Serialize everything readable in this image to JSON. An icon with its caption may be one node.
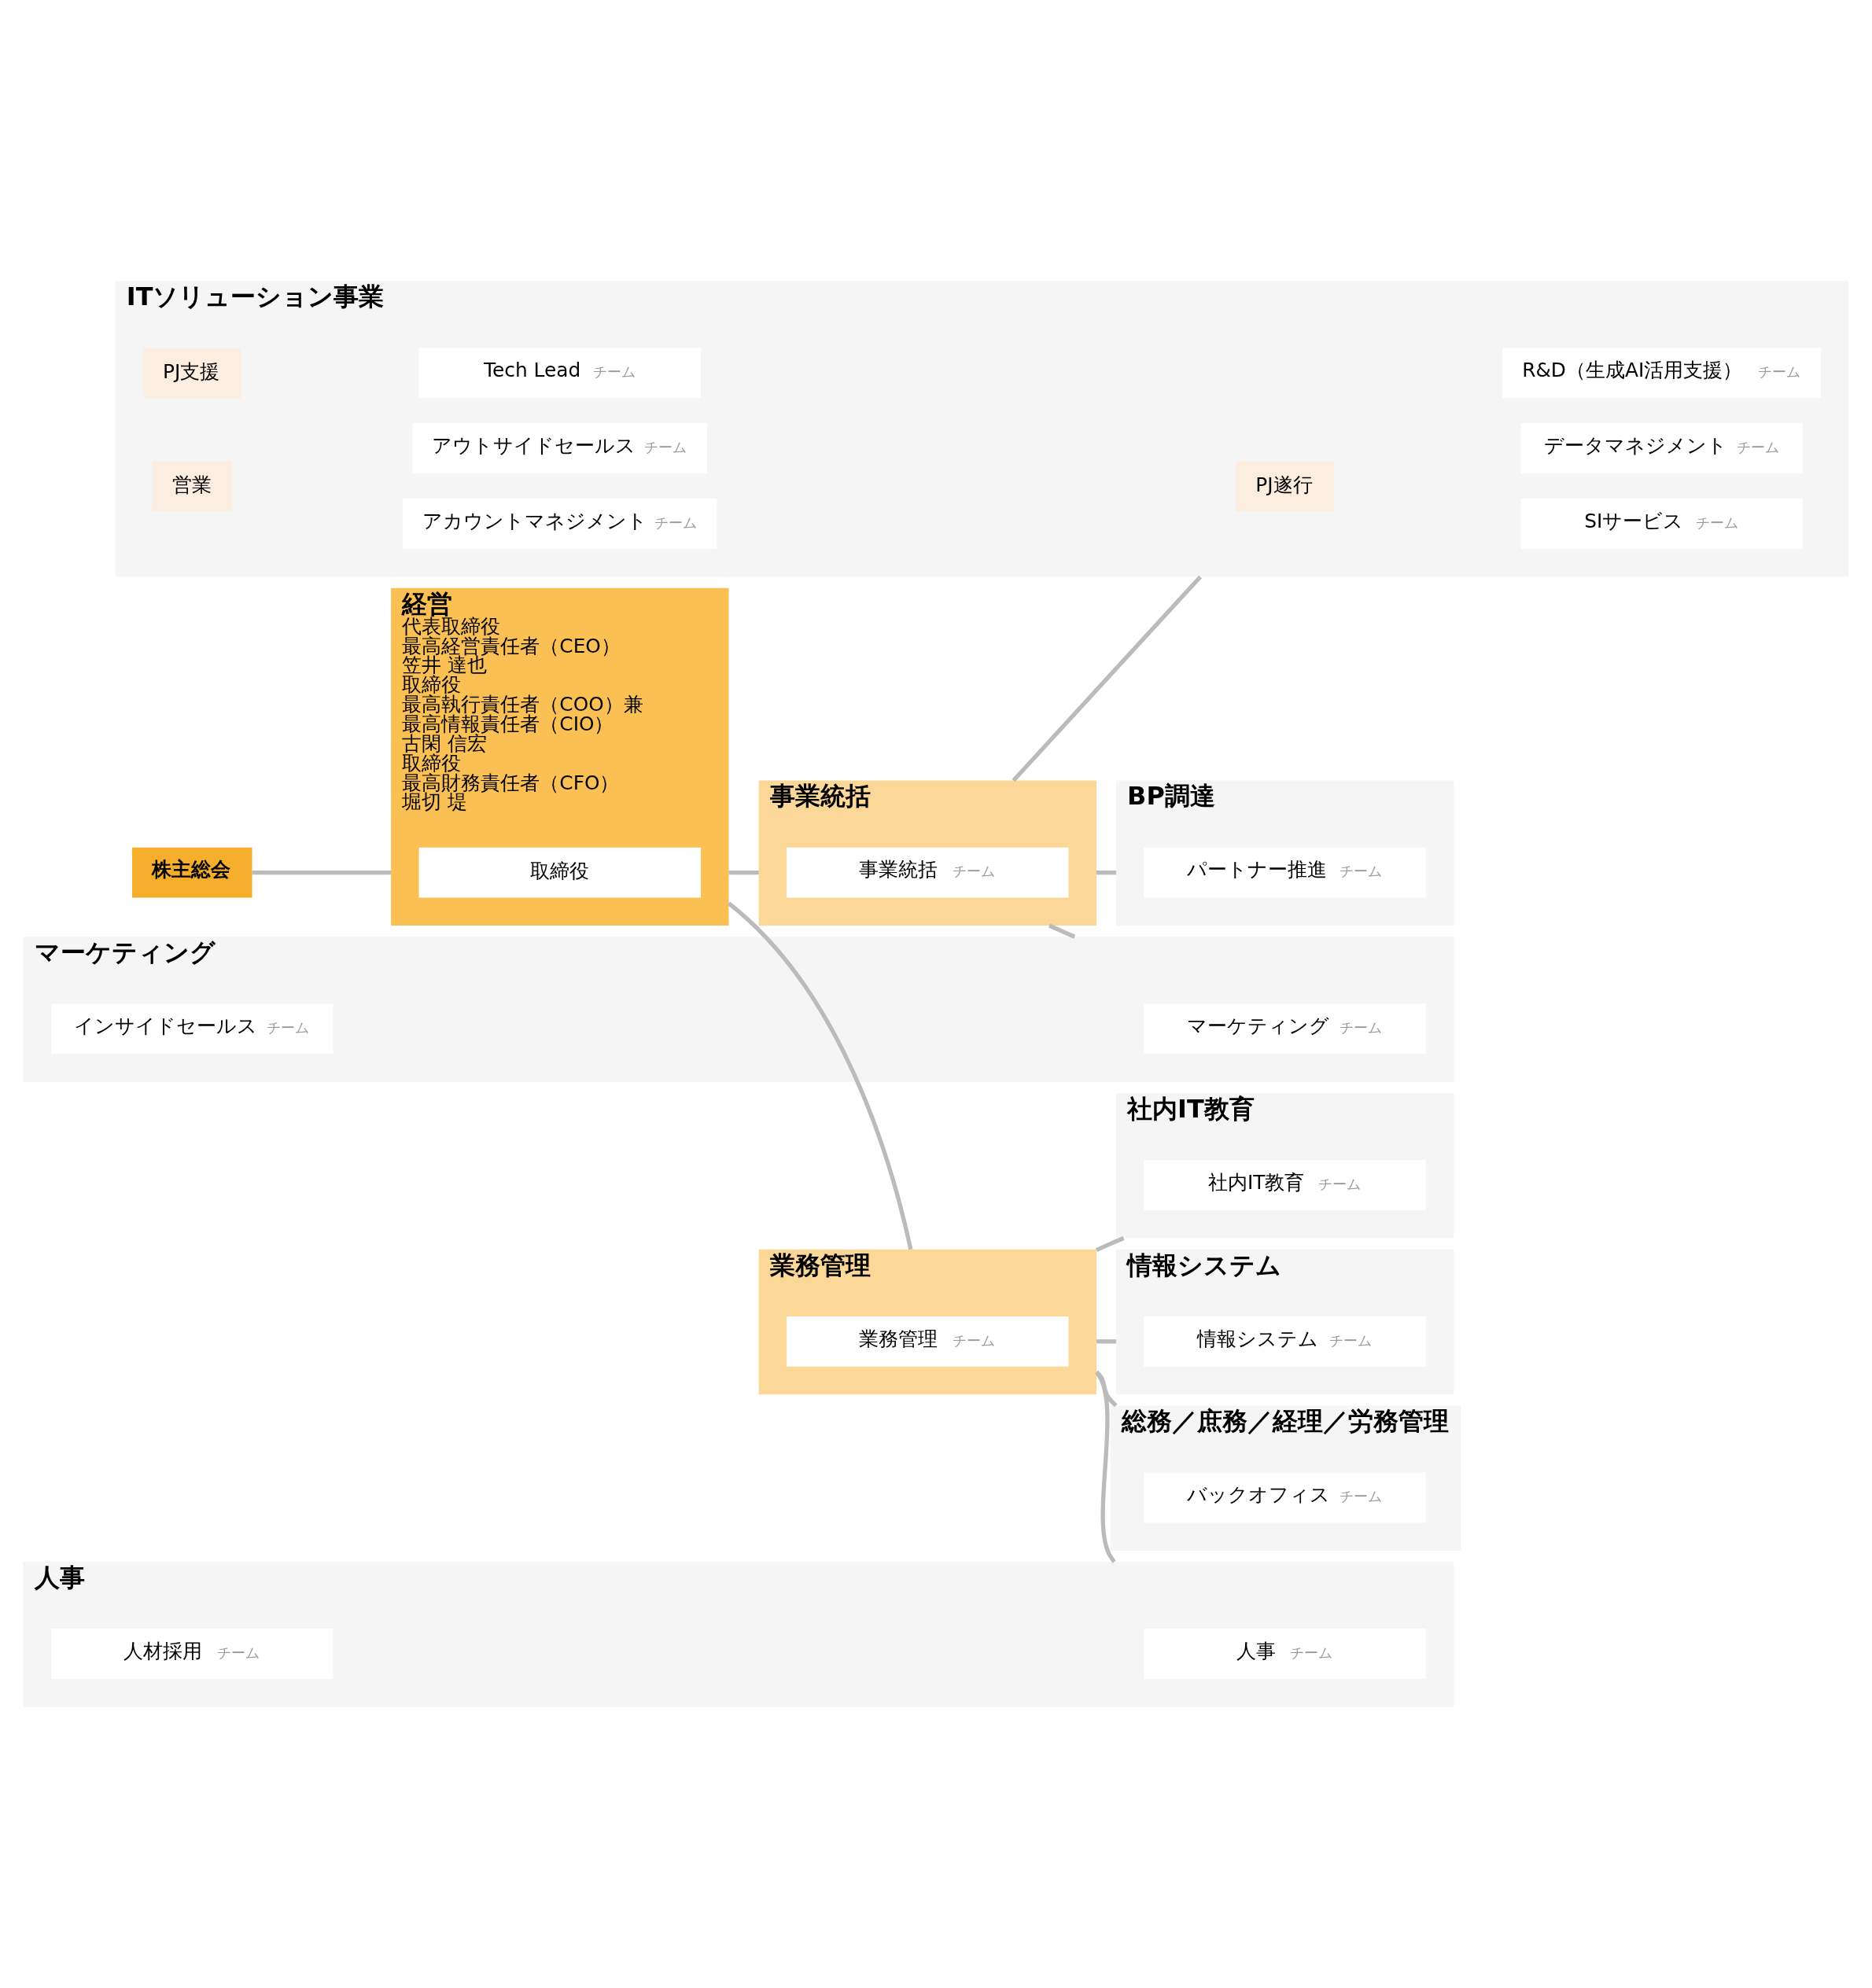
{
  "diagram": {
    "nodes": [
      {
        "text": [
          "株主総会"
        ]
      },
      {
        "text": [
          "経営",
          "代表取締役",
          "最高経営責任者（CEO）",
          "笠井 達也",
          "取締役",
          "最高執行責任者（COO）兼",
          "最高情報責任者（CIO）",
          "古閑 信宏",
          "取締役",
          "最高財務責任者（CFO）",
          "堀切 堤"
        ]
      },
      {
        "text": [
          "取締役"
        ],
        "in": 1
      },
      {
        "text": [
          "事業統括"
        ]
      },
      {
        "text": [
          "事業統括",
          "チーム"
        ],
        "in": 3
      },
      {
        "text": [
          "ITソリューション事業"
        ]
      },
      {
        "text": [
          "PJ遂行"
        ],
        "in": 5
      },
      {
        "text": [
          "SIサービス",
          "チーム"
        ],
        "in": 5
      },
      {
        "text": [
          "データマネジメント",
          "チーム"
        ],
        "in": 5
      },
      {
        "text": [
          "R&D（生成AI活用支援）",
          "チーム"
        ],
        "in": 5
      },
      {
        "text": [
          "PJ支援"
        ],
        "in": 5
      },
      {
        "text": [
          "Tech Lead",
          "チーム"
        ],
        "in": 5
      },
      {
        "text": [
          "営業"
        ],
        "in": 5
      },
      {
        "text": [
          "アカウントマネジメント",
          "チーム"
        ],
        "in": 5
      },
      {
        "text": [
          "アウトサイドセールス",
          "チーム"
        ],
        "in": 5
      },
      {
        "text": [
          "マーケティング"
        ]
      },
      {
        "text": [
          "マーケティング",
          "チーム"
        ],
        "in": 15
      },
      {
        "text": [
          "インサイドセールス",
          "チーム"
        ],
        "in": 15
      },
      {
        "text": [
          "BP調達"
        ]
      },
      {
        "text": [
          "パートナー推進",
          "チーム"
        ],
        "in": 18
      },
      {
        "text": [
          "業務管理"
        ]
      },
      {
        "text": [
          "業務管理",
          "チーム"
        ],
        "in": 20
      },
      {
        "text": [
          "人事"
        ]
      },
      {
        "text": [
          "人事",
          "チーム"
        ],
        "in": 22
      },
      {
        "text": [
          "人材採用",
          "チーム"
        ],
        "in": 22
      },
      {
        "text": [
          "社内IT教育"
        ]
      },
      {
        "text": [
          "社内IT教育",
          "チーム"
        ],
        "in": 25
      },
      {
        "text": [
          "情報システム"
        ]
      },
      {
        "text": [
          "情報システム",
          "チーム"
        ],
        "in": 27
      },
      {
        "text": [
          "総務／庶務／経理／労務管理"
        ]
      },
      {
        "text": [
          "バックオフィス",
          "チーム"
        ],
        "in": 29
      }
    ],
    "edges": [
      {
        "from": 0,
        "to": 1,
        "arrow": "none"
      },
      {
        "from": 1,
        "to": 3,
        "arrow": "none"
      },
      {
        "from": 1,
        "to": 20,
        "arrow": "none"
      },
      {
        "from": 3,
        "to": 5,
        "arrow": "none"
      },
      {
        "from": 3,
        "to": 15,
        "arrow": "none"
      },
      {
        "from": 3,
        "to": 18,
        "arrow": "none"
      },
      {
        "from": 20,
        "to": 22,
        "arrow": "none"
      },
      {
        "from": 20,
        "to": 25,
        "arrow": "none"
      },
      {
        "from": 20,
        "to": 27,
        "arrow": "none"
      },
      {
        "from": 20,
        "to": 29,
        "arrow": "none"
      }
    ]
  }
}
